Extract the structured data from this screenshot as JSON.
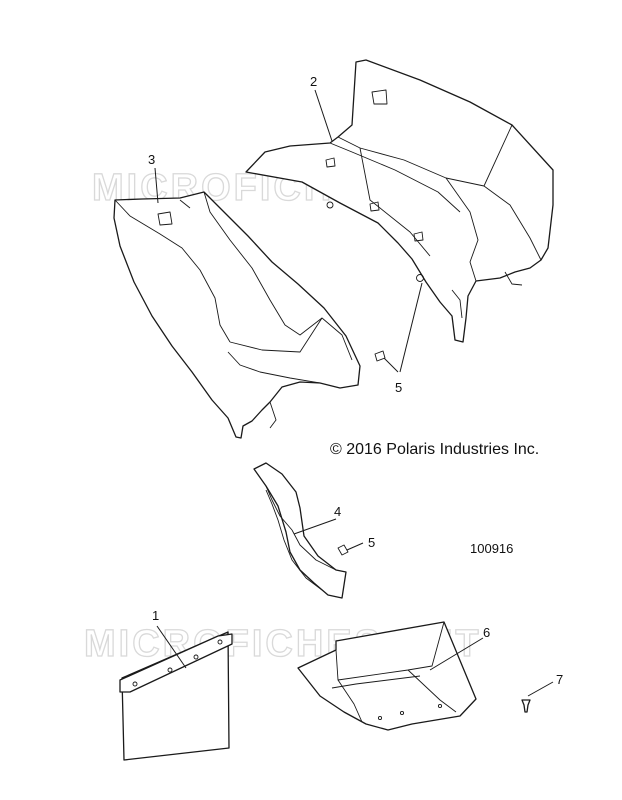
{
  "watermark": "MICROFICHES.NET",
  "copyright": "© 2016 Polaris Industries Inc.",
  "reference_number": "100916",
  "callouts": [
    "1",
    "2",
    "3",
    "4",
    "5",
    "5",
    "6",
    "7"
  ]
}
